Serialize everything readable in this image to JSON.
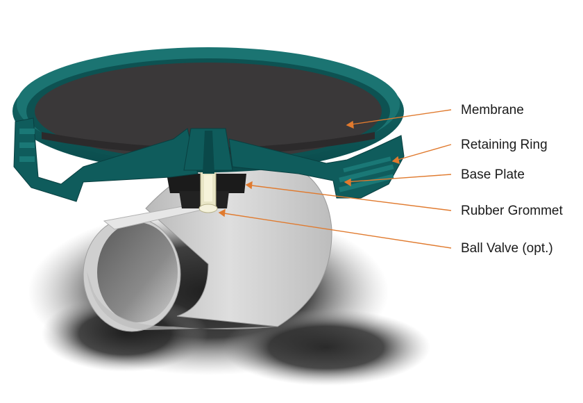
{
  "labels": [
    {
      "id": "membrane",
      "text": "Membrane"
    },
    {
      "id": "retaining-ring",
      "text": "Retaining Ring"
    },
    {
      "id": "base-plate",
      "text": "Base Plate"
    },
    {
      "id": "rubber-grommet",
      "text": "Rubber Grommet"
    },
    {
      "id": "ball-valve",
      "text": "Ball Valve (opt.)"
    }
  ],
  "colors": {
    "ring": "#0f5c5c",
    "ring_dark": "#093f40",
    "ring_light": "#1d7a78",
    "membrane": "#3a3839",
    "pipe": "#d4d4d4",
    "shadow": "#1a1a1a",
    "leader": "#e07a2e"
  }
}
